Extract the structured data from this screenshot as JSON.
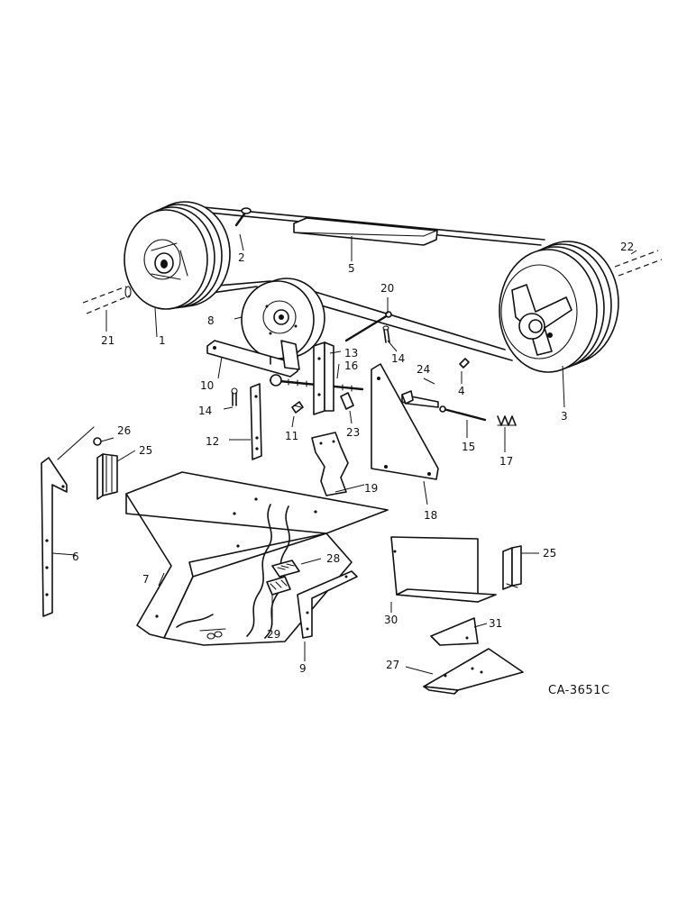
{
  "diagram": {
    "drawing_code": "CA-3651C",
    "callouts": {
      "n1": "1",
      "n2": "2",
      "n3": "3",
      "n4": "4",
      "n5": "5",
      "n6": "6",
      "n7": "7",
      "n8": "8",
      "n9": "9",
      "n10": "10",
      "n11": "11",
      "n12": "12",
      "n13": "13",
      "n14a": "14",
      "n14b": "14",
      "n15": "15",
      "n16": "16",
      "n17": "17",
      "n18": "18",
      "n19": "19",
      "n20": "20",
      "n21": "21",
      "n22": "22",
      "n23": "23",
      "n24": "24",
      "n25a": "25",
      "n25b": "25",
      "n26": "26",
      "n27": "27",
      "n28": "28",
      "n29": "29",
      "n30": "30",
      "n31": "31"
    }
  }
}
